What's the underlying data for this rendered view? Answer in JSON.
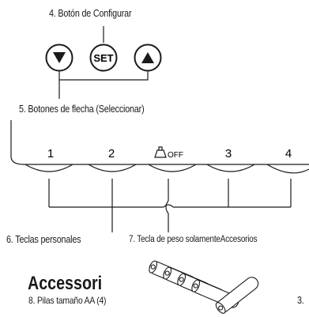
{
  "callouts": {
    "set_button": "4. Botón de Configurar",
    "arrow_buttons": "5. Botones de flecha (Seleccionar)",
    "personal_keys": "6. Teclas personales",
    "weight_key": "7. Tecla de peso solamente",
    "accessories_inline": "Accesorios",
    "batteries": "8. Pilas tamaño AA (4)",
    "partial_item": "3."
  },
  "buttons": {
    "down": "▼",
    "set": "SET",
    "up": "▲"
  },
  "keys": [
    "1",
    "2",
    "OFF",
    "3",
    "4"
  ],
  "section": {
    "heading": "Accessori"
  },
  "icons": {
    "down_arrow": "down-triangle-icon",
    "up_arrow": "up-triangle-icon",
    "weight": "weight-icon",
    "batteries": "battery-icon"
  }
}
